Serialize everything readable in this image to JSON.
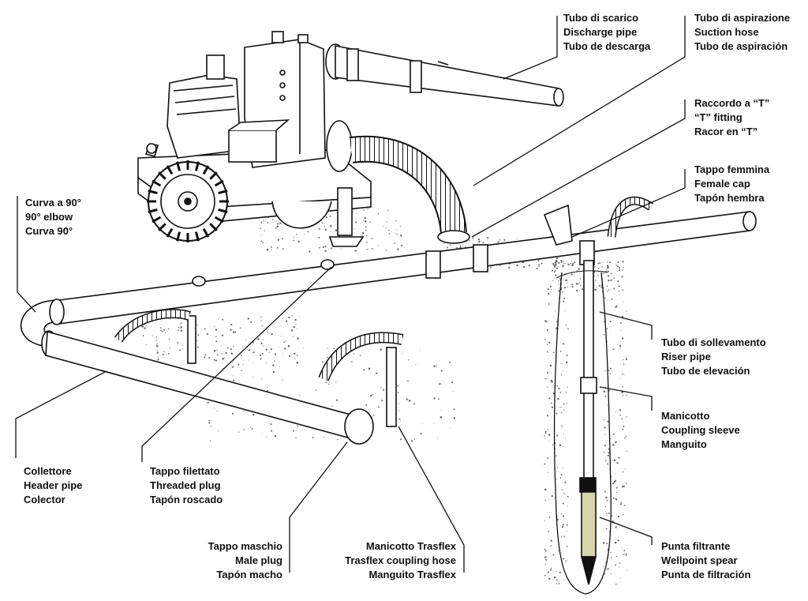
{
  "colors": {
    "ink": "#111111",
    "ground": "#6b6b6b",
    "filter": "#d8d6a8"
  },
  "labels": {
    "discharge": {
      "it": "Tubo di scarico",
      "en": "Discharge pipe",
      "es": "Tubo de descarga"
    },
    "suction": {
      "it": "Tubo di aspirazione",
      "en": "Suction hose",
      "es": "Tubo de aspiración"
    },
    "tfitting": {
      "it": "Raccordo a “T”",
      "en": "“T” fitting",
      "es": "Racor en “T”"
    },
    "femalecap": {
      "it": "Tappo femmina",
      "en": "Female cap",
      "es": "Tapón hembra"
    },
    "elbow": {
      "it": "Curva a 90°",
      "en": "90° elbow",
      "es": "Curva 90°"
    },
    "riser": {
      "it": "Tubo di sollevamento",
      "en": "Riser pipe",
      "es": "Tubo de elevación"
    },
    "coupling": {
      "it": "Manicotto",
      "en": "Coupling sleeve",
      "es": "Manguito"
    },
    "header": {
      "it": "Collettore",
      "en": "Header pipe",
      "es": "Colector"
    },
    "threaded": {
      "it": "Tappo filettato",
      "en": "Threaded plug",
      "es": "Tapón roscado"
    },
    "maleplug": {
      "it": "Tappo maschio",
      "en": "Male plug",
      "es": "Tapón macho"
    },
    "trasflex": {
      "it": "Manicotto Trasflex",
      "en": "Trasflex coupling hose",
      "es": "Manguito Trasflex"
    },
    "spear": {
      "it": "Punta filtrante",
      "en": "Wellpoint spear",
      "es": "Punta de filtración"
    }
  }
}
